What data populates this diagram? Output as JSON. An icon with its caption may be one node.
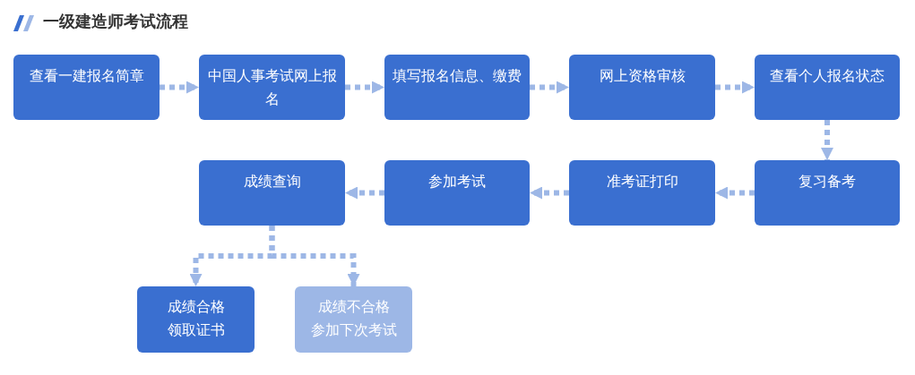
{
  "diagram": {
    "title": "一级建造师考试流程",
    "nodes": [
      {
        "text": [
          "查看一建报名简章"
        ]
      },
      {
        "text": [
          "中国人事考试网上报名"
        ]
      },
      {
        "text": [
          "填写报名信息、缴费"
        ]
      },
      {
        "text": [
          "网上资格审核"
        ]
      },
      {
        "text": [
          "查看个人报名状态"
        ]
      },
      {
        "text": [
          "成绩查询"
        ]
      },
      {
        "text": [
          "参加考试"
        ]
      },
      {
        "text": [
          "准考证打印"
        ]
      },
      {
        "text": [
          "复习备考"
        ]
      },
      {
        "text": [
          "成绩合格",
          "领取证书"
        ]
      },
      {
        "text": [
          "成绩不合格",
          "参加下次考试"
        ]
      }
    ],
    "edges": [
      {
        "from": 0,
        "to": 1,
        "arrow": "to"
      },
      {
        "from": 1,
        "to": 2,
        "arrow": "to"
      },
      {
        "from": 2,
        "to": 3,
        "arrow": "to"
      },
      {
        "from": 3,
        "to": 4,
        "arrow": "to"
      },
      {
        "from": 4,
        "to": 8,
        "arrow": "to"
      },
      {
        "from": 8,
        "to": 7,
        "arrow": "to"
      },
      {
        "from": 7,
        "to": 6,
        "arrow": "to"
      },
      {
        "from": 6,
        "to": 5,
        "arrow": "to"
      },
      {
        "from": 5,
        "to": 9,
        "arrow": "to"
      },
      {
        "from": 5,
        "to": 10,
        "arrow": "to"
      }
    ]
  }
}
